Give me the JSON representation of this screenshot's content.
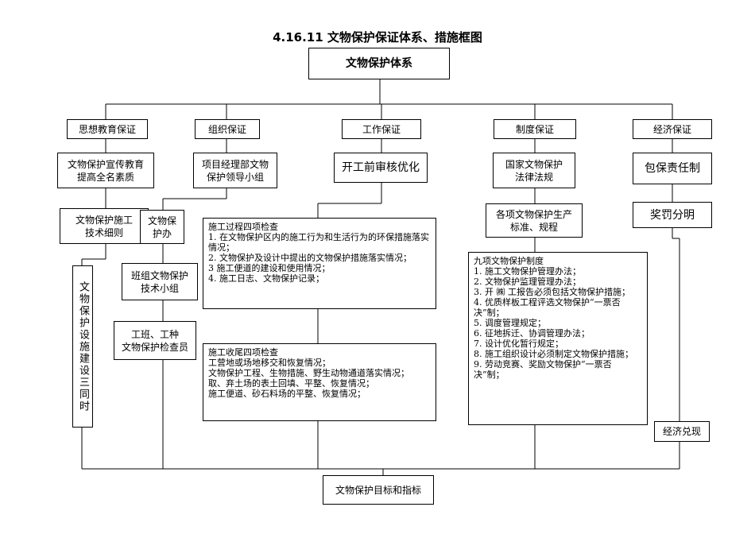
{
  "title": "4.16.11 文物保护保证体系、措施框图",
  "root": "文物保护体系",
  "categories": {
    "education": "思想教育保证",
    "organization": "组织保证",
    "work": "工作保证",
    "system": "制度保证",
    "economy": "经济保证"
  },
  "education": {
    "publicity": "文物保护宣传教育\n提高全名素质",
    "details": "文物保护施工\n技术细则",
    "three_simultaneous": "文物保护设施建设三同时"
  },
  "organization": {
    "leading_group": "项目经理部文物\n保护领导小组",
    "office": "文物保\n护办",
    "team_group": "班组文物保护\n技术小组",
    "inspector": "工班、工种\n文物保护检查员"
  },
  "work": {
    "review": "开工前审核优化",
    "process_check": "施工过程四项检查\n1. 在文物保护区内的施工行为和生活行为的环保措施落实情况；\n2. 文物保护及设计中提出的文物保护措施落实情况；\n3 施工便道的建设和使用情况；\n4. 施工日志、文物保护记录；",
    "acceptance_check": "施工收尾四项检查\n工营地或场地移交和恢复情况；\n文物保护工程、生物措施、野生动物通道落实情况；\n取、弃土场的表土回填、平整、恢复情况；\n施工便道、砂石料场的平整、恢复情况；"
  },
  "system": {
    "laws": "国家文物保护\n法律法规",
    "standards": "各项文物保护生产\n标准、规程",
    "nine_rules": "九项文物保护制度\n1. 施工文物保护管理办法；\n2.  文物保护监理管理办法；\n3. 开  ㈱  工报告必须包括文物保护措施；\n4. 优质样板工程评选文物保护“一票否决”制；\n5. 调度管理规定；\n6. 征地拆迁、协调管理办法；\n7. 设计优化暂行规定；\n8. 施工组织设计必须制定文物保护措施；\n9. 劳动竞赛、奖励文物保护“一票否决”制；"
  },
  "economy": {
    "contract": "包保责任制",
    "reward": "奖罚分明",
    "cash": "经济兑现"
  },
  "goal": "文物保护目标和指标"
}
